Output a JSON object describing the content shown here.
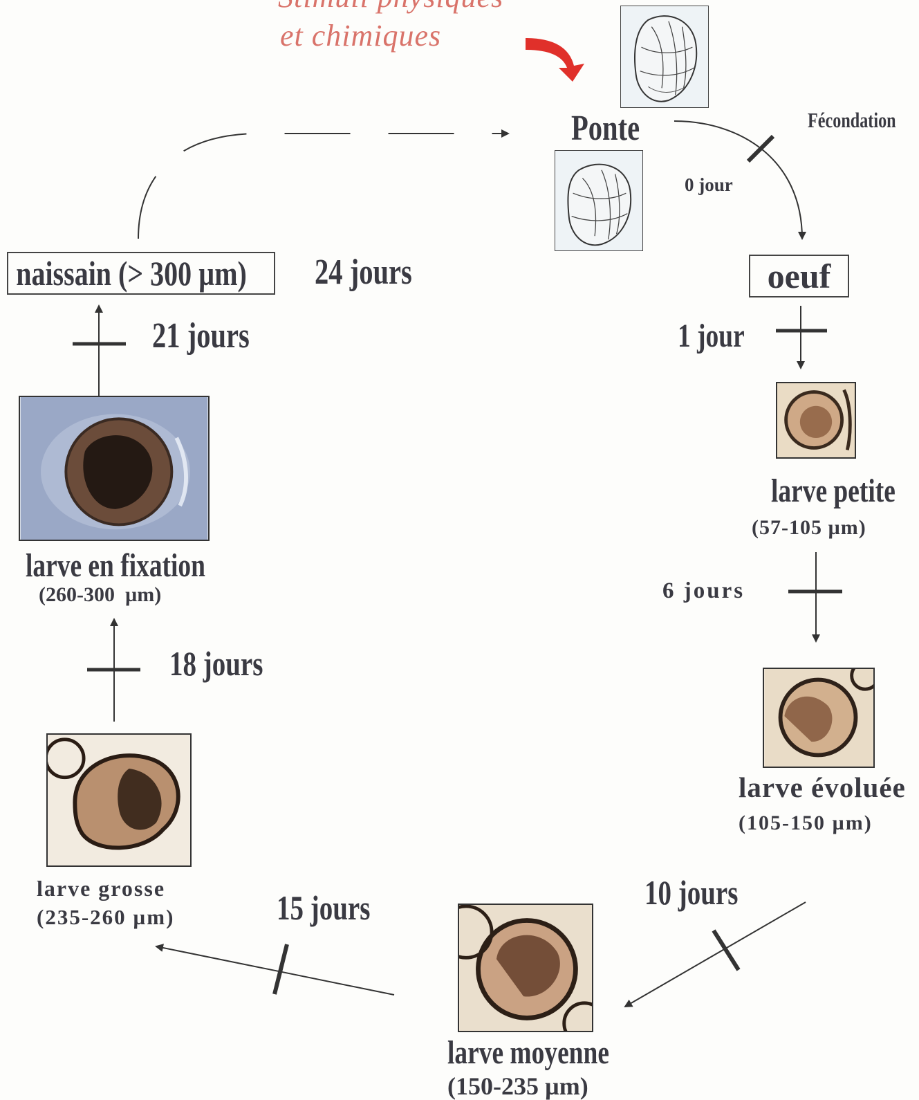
{
  "stimuli": {
    "line1": "Stimuli physiques",
    "line2": "et chimiques"
  },
  "ponte": "Ponte",
  "fecondation": "Fécondation",
  "stages": {
    "oeuf": "oeuf",
    "larve_petite": {
      "name": "larve petite",
      "size": "(57-105 µm)"
    },
    "larve_evoluee": {
      "name": "larve évoluée",
      "size": "(105-150 µm)"
    },
    "larve_moyenne": {
      "name": "larve moyenne",
      "size": "(150-235 µm)"
    },
    "larve_grosse": {
      "name": "larve grosse",
      "size": "(235-260 µm)"
    },
    "larve_fixation": {
      "name": "larve en fixation",
      "size": "(260-300  µm)"
    },
    "naissain": "naissain (> 300 µm)"
  },
  "durations": {
    "d0": "0 jour",
    "d1": "1 jour",
    "d6": "6 jours",
    "d10": "10 jours",
    "d15": "15 jours",
    "d18": "18 jours",
    "d21": "21 jours",
    "d24": "24 jours"
  },
  "colors": {
    "stimuli_text": "#d9736a",
    "stimuli_arrow": "#e0302a",
    "text": "#3a3a42"
  }
}
